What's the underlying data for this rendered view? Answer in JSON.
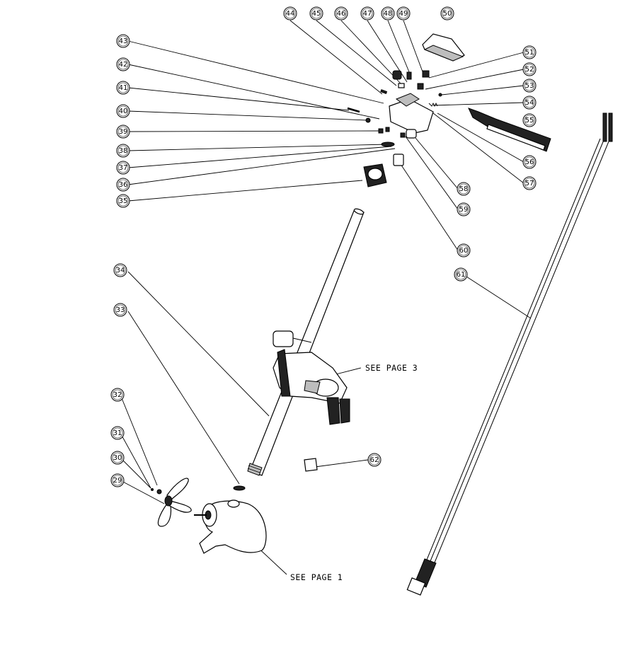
{
  "callouts": [
    {
      "id": "44",
      "label": "44"
    },
    {
      "id": "45",
      "label": "45"
    },
    {
      "id": "46",
      "label": "46"
    },
    {
      "id": "47",
      "label": "47"
    },
    {
      "id": "48",
      "label": "48"
    },
    {
      "id": "49",
      "label": "49"
    },
    {
      "id": "50",
      "label": "50"
    },
    {
      "id": "43",
      "label": "43"
    },
    {
      "id": "42",
      "label": "42"
    },
    {
      "id": "41",
      "label": "41"
    },
    {
      "id": "40",
      "label": "40"
    },
    {
      "id": "39",
      "label": "39"
    },
    {
      "id": "38",
      "label": "38"
    },
    {
      "id": "37",
      "label": "37"
    },
    {
      "id": "36",
      "label": "36"
    },
    {
      "id": "35",
      "label": "35"
    },
    {
      "id": "51",
      "label": "51"
    },
    {
      "id": "52",
      "label": "52"
    },
    {
      "id": "53",
      "label": "53"
    },
    {
      "id": "54",
      "label": "54"
    },
    {
      "id": "55",
      "label": "55"
    },
    {
      "id": "56",
      "label": "56"
    },
    {
      "id": "57",
      "label": "57"
    },
    {
      "id": "58",
      "label": "58"
    },
    {
      "id": "59",
      "label": "59"
    },
    {
      "id": "60",
      "label": "60"
    },
    {
      "id": "61",
      "label": "61"
    },
    {
      "id": "34",
      "label": "34"
    },
    {
      "id": "33",
      "label": "33"
    },
    {
      "id": "32",
      "label": "32"
    },
    {
      "id": "31",
      "label": "31"
    },
    {
      "id": "30",
      "label": "30"
    },
    {
      "id": "29",
      "label": "29"
    },
    {
      "id": "62",
      "label": "62"
    }
  ],
  "references": {
    "see_page_3": "SEE PAGE 3",
    "see_page_1": "SEE PAGE 1"
  }
}
